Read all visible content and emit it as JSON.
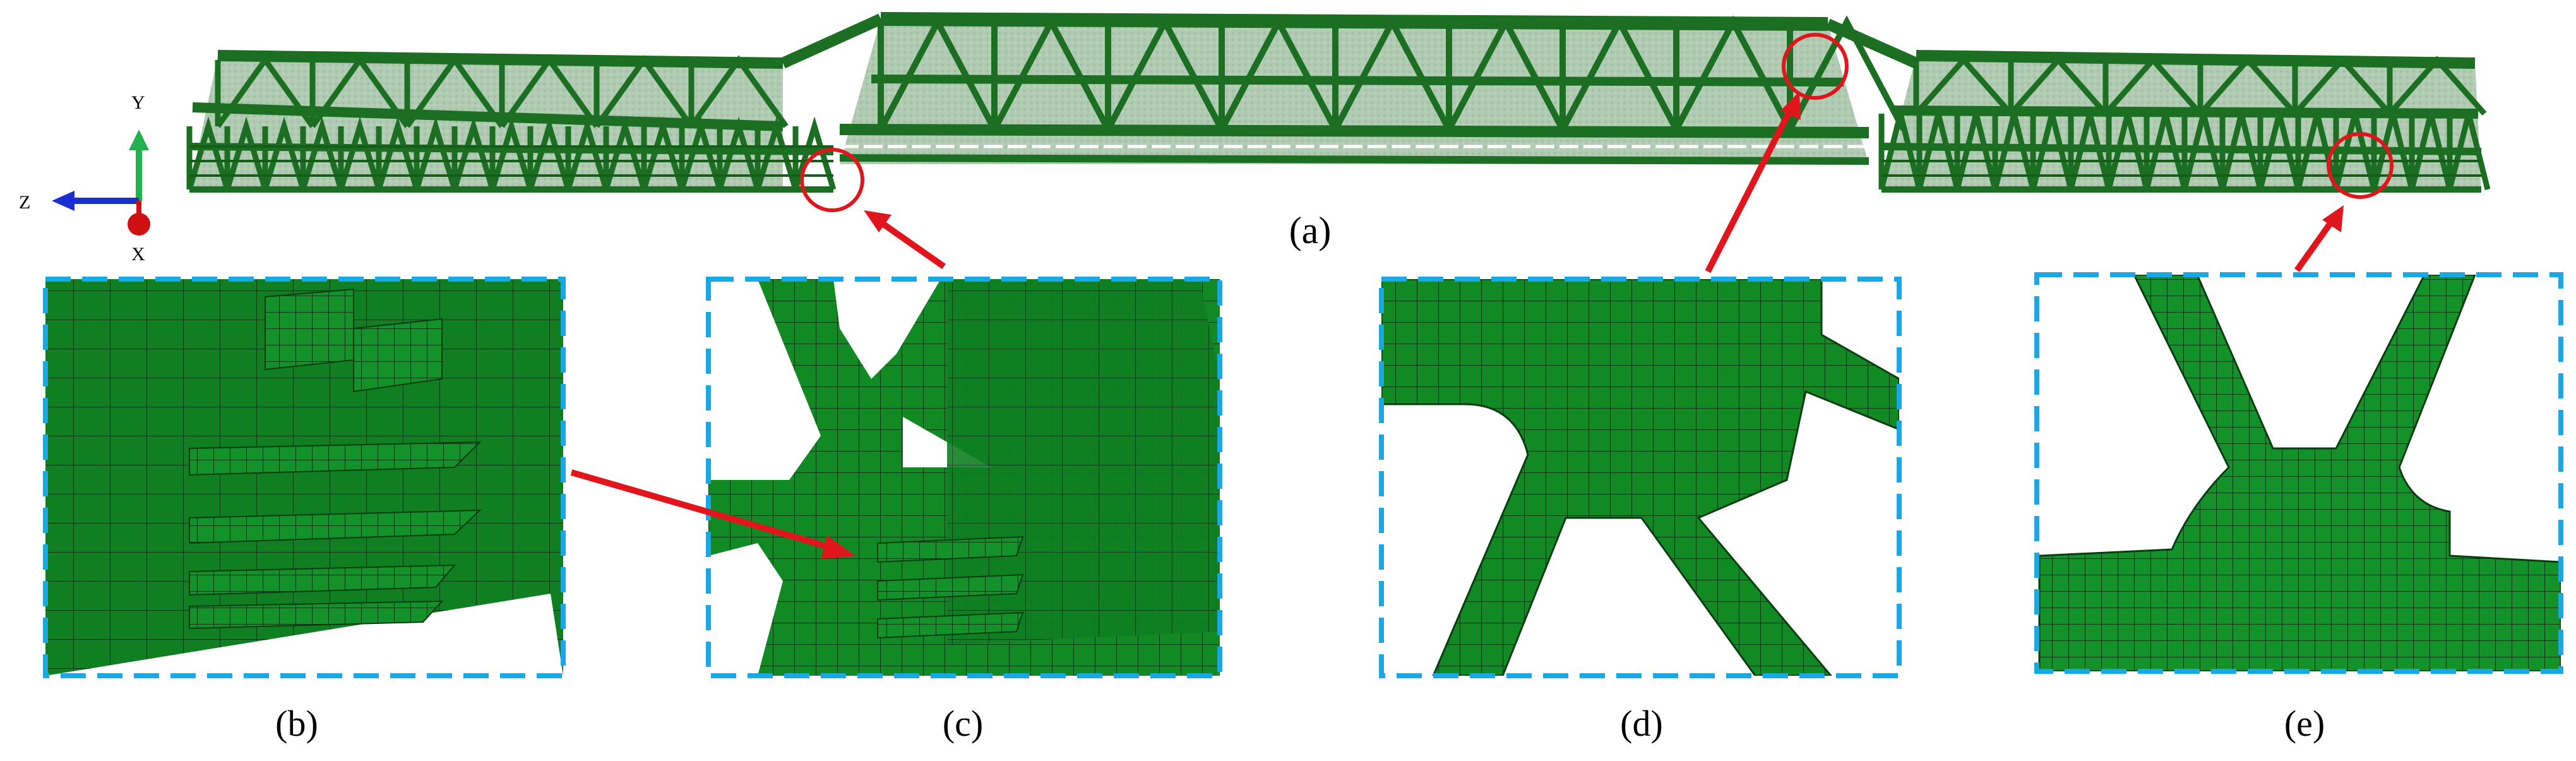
{
  "figure": {
    "labels": {
      "a": "(a)",
      "b": "(b)",
      "c": "(c)",
      "d": "(d)",
      "e": "(e)"
    },
    "axes": {
      "x": "X",
      "y": "Y",
      "z": "Z"
    },
    "colors": {
      "mesh_green": "#0f7a1e",
      "mesh_dark": "#0a4a14",
      "highlight_red": "#e0161c",
      "panel_border": "#1aa7e6",
      "axis_y": "#22b14c",
      "axis_z": "#1a2fd0",
      "axis_x": "#d01010"
    }
  }
}
